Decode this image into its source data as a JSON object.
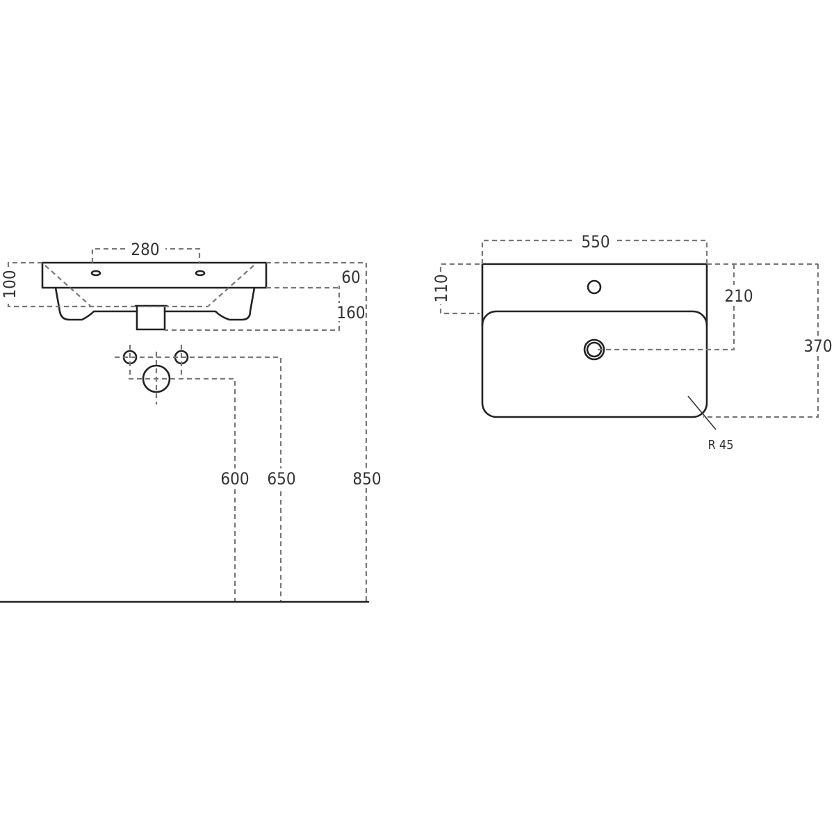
{
  "side_view": {
    "dims": {
      "tap_spacing": "280",
      "basin_height": "100",
      "rim_height": "60",
      "overall_depth": "160",
      "waste_height": "600",
      "supply_height": "650",
      "top_height": "850"
    }
  },
  "top_view": {
    "dims": {
      "width": "550",
      "deck_depth": "110",
      "drain_offset": "210",
      "depth": "370",
      "corner_radius": "R 45"
    }
  }
}
